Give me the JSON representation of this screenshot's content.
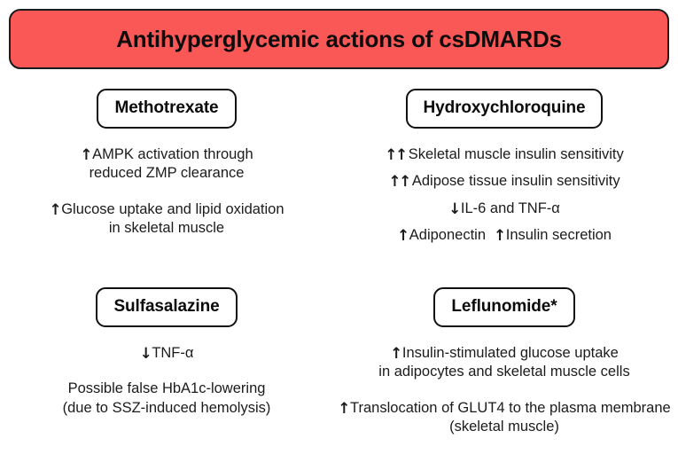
{
  "banner": {
    "title": "Antihyperglycemic actions of csDMARDs",
    "background_color": "#fa5757",
    "border_color": "#1a1a1a",
    "text_color": "#0d0d0d"
  },
  "panels": [
    {
      "id": "methotrexate",
      "drug_name": "Methotrexate",
      "effects": [
        {
          "arrow": "↑",
          "arrow_count": 1,
          "text": "AMPK activation through"
        },
        {
          "arrow": "",
          "arrow_count": 0,
          "text": "reduced ZMP clearance"
        },
        {
          "arrow": "↑",
          "arrow_count": 1,
          "text": "Glucose uptake and lipid oxidation"
        },
        {
          "arrow": "",
          "arrow_count": 0,
          "text": "in skeletal muscle"
        }
      ]
    },
    {
      "id": "hydroxychloroquine",
      "drug_name": "Hydroxychloroquine",
      "effects": [
        {
          "arrow": "↑↑",
          "arrow_count": 2,
          "text": "Skeletal muscle insulin sensitivity"
        },
        {
          "arrow": "↑↑",
          "arrow_count": 2,
          "text": "Adipose tissue insulin sensitivity"
        },
        {
          "arrow": "↓",
          "arrow_count": 1,
          "text": "IL-6 and TNF-α"
        },
        {
          "arrow": "↑",
          "arrow_count": 1,
          "text": "Adiponectin",
          "arrow2": "↑",
          "text2": "Insulin secretion"
        }
      ]
    },
    {
      "id": "sulfasalazine",
      "drug_name": "Sulfasalazine",
      "effects": [
        {
          "arrow": "↓",
          "arrow_count": 1,
          "text": "TNF-α"
        },
        {
          "arrow": "",
          "arrow_count": 0,
          "text": "Possible false HbA1c-lowering"
        },
        {
          "arrow": "",
          "arrow_count": 0,
          "text": "(due to SSZ-induced hemolysis)"
        }
      ]
    },
    {
      "id": "leflunomide",
      "drug_name": "Leflunomide*",
      "effects": [
        {
          "arrow": "↑",
          "arrow_count": 1,
          "text": "Insulin-stimulated glucose uptake"
        },
        {
          "arrow": "",
          "arrow_count": 0,
          "text": "in adipocytes and skeletal muscle cells"
        },
        {
          "arrow": "↑",
          "arrow_count": 1,
          "text": "Translocation of GLUT4 to the plasma membrane"
        },
        {
          "arrow": "",
          "arrow_count": 0,
          "text": "(skeletal muscle)"
        }
      ]
    }
  ]
}
